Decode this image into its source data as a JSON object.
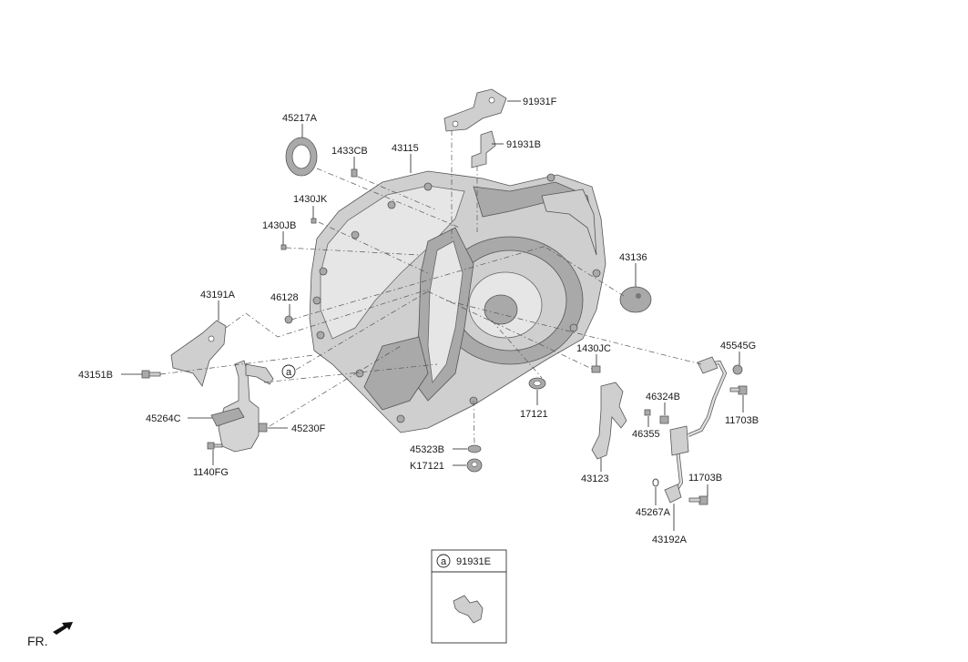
{
  "labels": {
    "p91931F": "91931F",
    "p45217A": "45217A",
    "p1433CB": "1433CB",
    "p43115": "43115",
    "p91931B": "91931B",
    "p1430JK": "1430JK",
    "p1430JB": "1430JB",
    "p43136": "43136",
    "p43191A": "43191A",
    "p46128": "46128",
    "p45545G": "45545G",
    "p1430JC": "1430JC",
    "p43151B": "43151B",
    "p46324B": "46324B",
    "p17121": "17121",
    "p11703B_top": "11703B",
    "p45264C": "45264C",
    "p46355": "46355",
    "p45230F": "45230F",
    "p45323B": "45323B",
    "pK17121": "K17121",
    "p11703B_bot": "11703B",
    "p1140FG": "1140FG",
    "p43123": "43123",
    "p45267A": "45267A",
    "p43192A": "43192A"
  },
  "callout": {
    "marker": "a",
    "part": "91931E"
  },
  "front": {
    "text": "FR."
  }
}
